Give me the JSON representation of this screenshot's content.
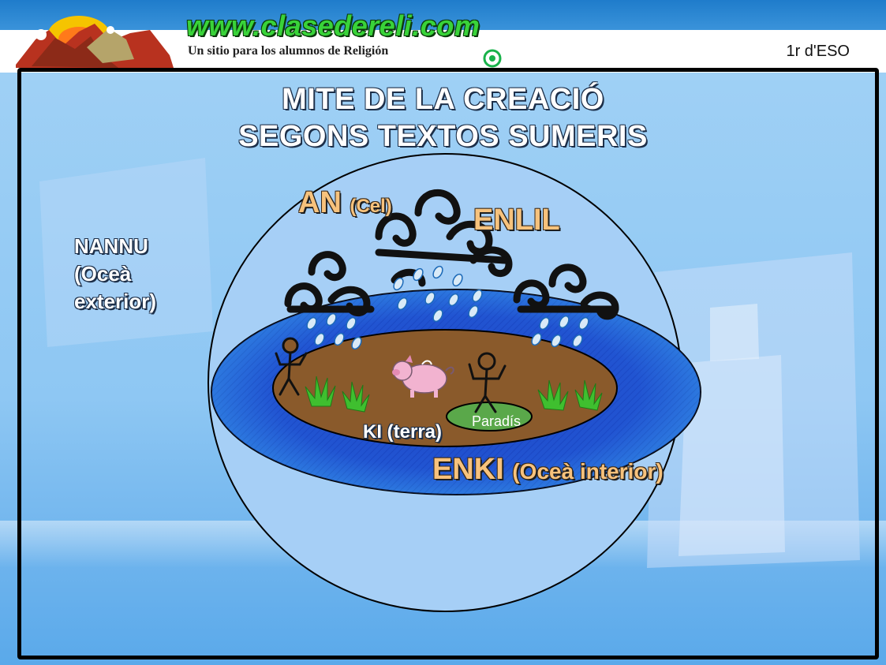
{
  "header": {
    "site_name": "www.clasedereli.com",
    "tagline": "Un sitio para los alumnos de Religión",
    "level": "1r d'ESO"
  },
  "slide": {
    "title_line1": "MITE DE LA CREACIÓ",
    "title_line2": "SEGONS TEXTOS SUMERIS"
  },
  "labels": {
    "an": "AN",
    "an_note": "(Cel)",
    "enlil": "ENLIL",
    "nannu_line1": "NANNU",
    "nannu_line2": "(Oceà",
    "nannu_line3": "exterior)",
    "ki": "KI (terra)",
    "paradis": "Paradís",
    "enki": "ENKI",
    "enki_note": "(Oceà interior)"
  },
  "colors": {
    "sky_blue": "#9fd0f5",
    "ocean_blue": "#1a44c4",
    "earth_brown": "#8a5a2b",
    "paradise_green": "#5aa84a",
    "label_peach": "#f7c27c"
  }
}
